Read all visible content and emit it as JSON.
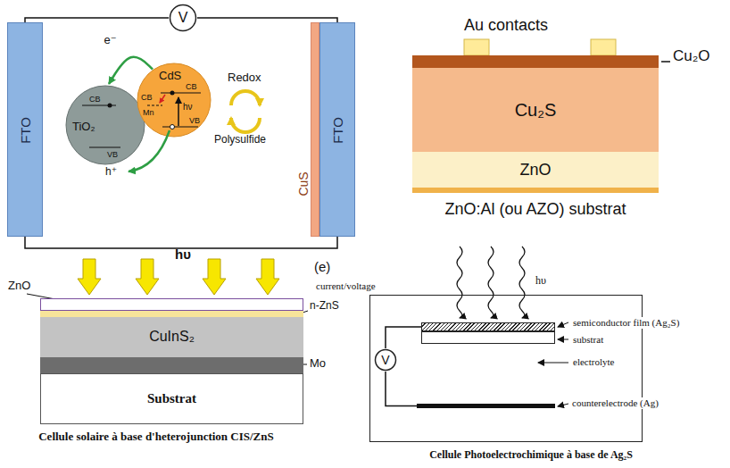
{
  "diagram": {
    "nodes": [
      {
        "text": [
          "FTO"
        ]
      },
      {
        "text": [
          "FTO"
        ]
      },
      {
        "text": [
          "V"
        ]
      },
      {
        "text": [
          "TiO₂"
        ]
      },
      {
        "text": [
          "CdS"
        ]
      },
      {
        "text": [
          "CuS"
        ]
      },
      {
        "text": [
          "Cu₂O"
        ]
      },
      {
        "text": [
          "Cu₂S"
        ]
      },
      {
        "text": [
          "ZnO"
        ]
      },
      {
        "text": [
          "ZnO:Al (ou AZO) substrat"
        ]
      },
      {
        "text": [
          "ZnO"
        ]
      },
      {
        "text": [
          "n-ZnS"
        ]
      },
      {
        "text": [
          "CuInS₂"
        ]
      },
      {
        "text": [
          "Mo"
        ]
      },
      {
        "text": [
          "Substrat"
        ]
      },
      {
        "text": [
          "electrolyte"
        ]
      },
      {
        "text": [
          "semiconductor film (Ag₂S)"
        ],
        "in": 15
      },
      {
        "text": [
          "substrat"
        ],
        "in": 15
      },
      {
        "text": [
          "counterelectrode (Ag)"
        ],
        "in": 15
      },
      {
        "text": [
          "V"
        ]
      }
    ],
    "edges": [
      {
        "from": 2,
        "to": 0,
        "arrow": "none"
      },
      {
        "from": 2,
        "to": 1,
        "arrow": "none"
      },
      {
        "from": 4,
        "to": 3,
        "label": "e⁻",
        "arrow": "to"
      },
      {
        "from": 19,
        "to": 16,
        "arrow": "none"
      },
      {
        "from": 19,
        "to": 18,
        "arrow": "none"
      }
    ],
    "labels": [
      "CB",
      "CB",
      "CB",
      "Mn",
      "VB",
      "VB",
      "hν",
      "h⁺",
      "Redox",
      "Polysulfide",
      "Au contacts",
      "hυ",
      "Cellule solaire à base d'heterojunction CIS/ZnS",
      "(e)",
      "hυ",
      "current/voltage",
      "Cellule Photoelectrochimique à base de Ag₂S"
    ]
  }
}
